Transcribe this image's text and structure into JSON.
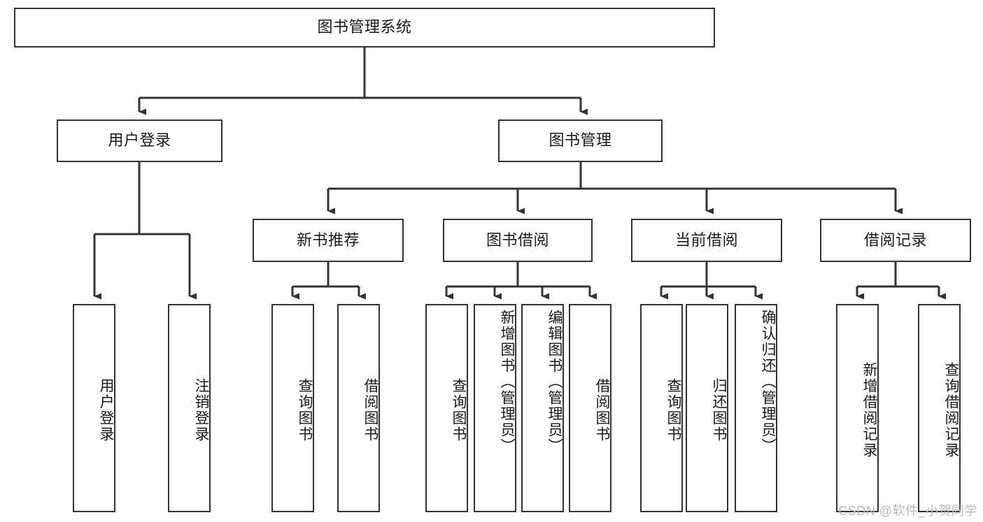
{
  "diagram": {
    "title": "图书管理系统",
    "watermark": "CSDN @软件_小贺同学",
    "colors": {
      "stroke": "#333333",
      "box_fill": "#ffffff",
      "text": "#1a1a1a",
      "watermark": "#b9b9b9",
      "background": "#ffffff"
    },
    "nodes": {
      "root": "图书管理系统",
      "level2": {
        "user_login": "用户登录",
        "book_manage": "图书管理"
      },
      "level3": {
        "new_book_recommend": "新书推荐",
        "book_borrow": "图书借阅",
        "current_borrow": "当前借阅",
        "borrow_record": "借阅记录"
      },
      "leaves": {
        "user_login": [
          "用户登录",
          "注销登录"
        ],
        "new_book_recommend": [
          "查询图书",
          "借阅图书"
        ],
        "book_borrow": [
          "查询图书",
          "新增图书（管理员）",
          "编辑图书（管理员）",
          "借阅图书"
        ],
        "current_borrow": [
          "查询图书",
          "归还图书",
          "确认归还（管理员）"
        ],
        "borrow_record": [
          "新增借阅记录",
          "查询借阅记录"
        ]
      }
    }
  }
}
